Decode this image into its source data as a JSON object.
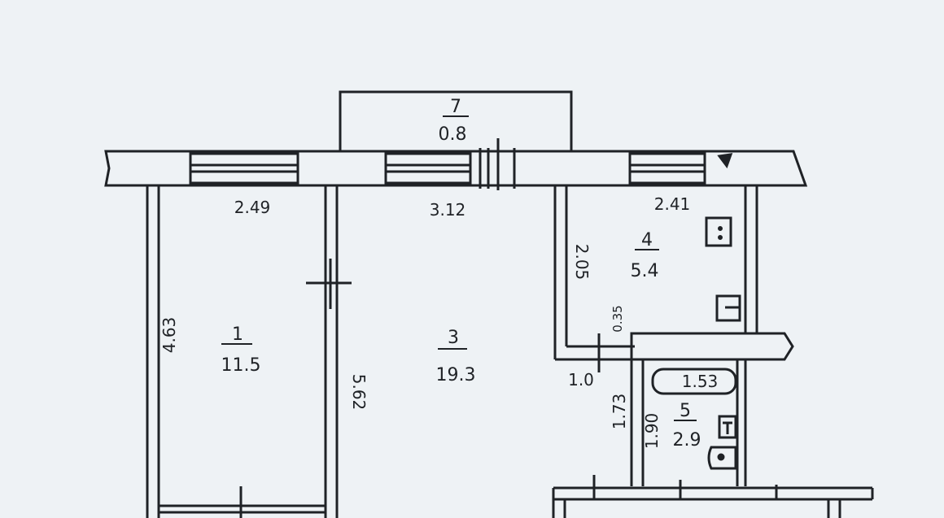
{
  "rooms": [
    {
      "id": "1",
      "area": "11.5"
    },
    {
      "id": "3",
      "area": "19.3"
    },
    {
      "id": "4",
      "area": "5.4"
    },
    {
      "id": "5",
      "area": "2.9"
    },
    {
      "id": "7",
      "area": "0.8"
    }
  ],
  "dimensions": {
    "room1_width": "2.49",
    "room3_width": "3.12",
    "room4_width": "2.41",
    "room1_depth": "4.63",
    "room3_depth": "5.62",
    "room4_depth": "2.05",
    "wall_offset": "0.35",
    "corridor_width": "1.0",
    "bath_depth_outer": "1.73",
    "bath_depth_inner": "1.90",
    "bathtub_length": "1.53"
  },
  "colors": {
    "background": "#eef2f5",
    "ink": "#1f2226"
  }
}
